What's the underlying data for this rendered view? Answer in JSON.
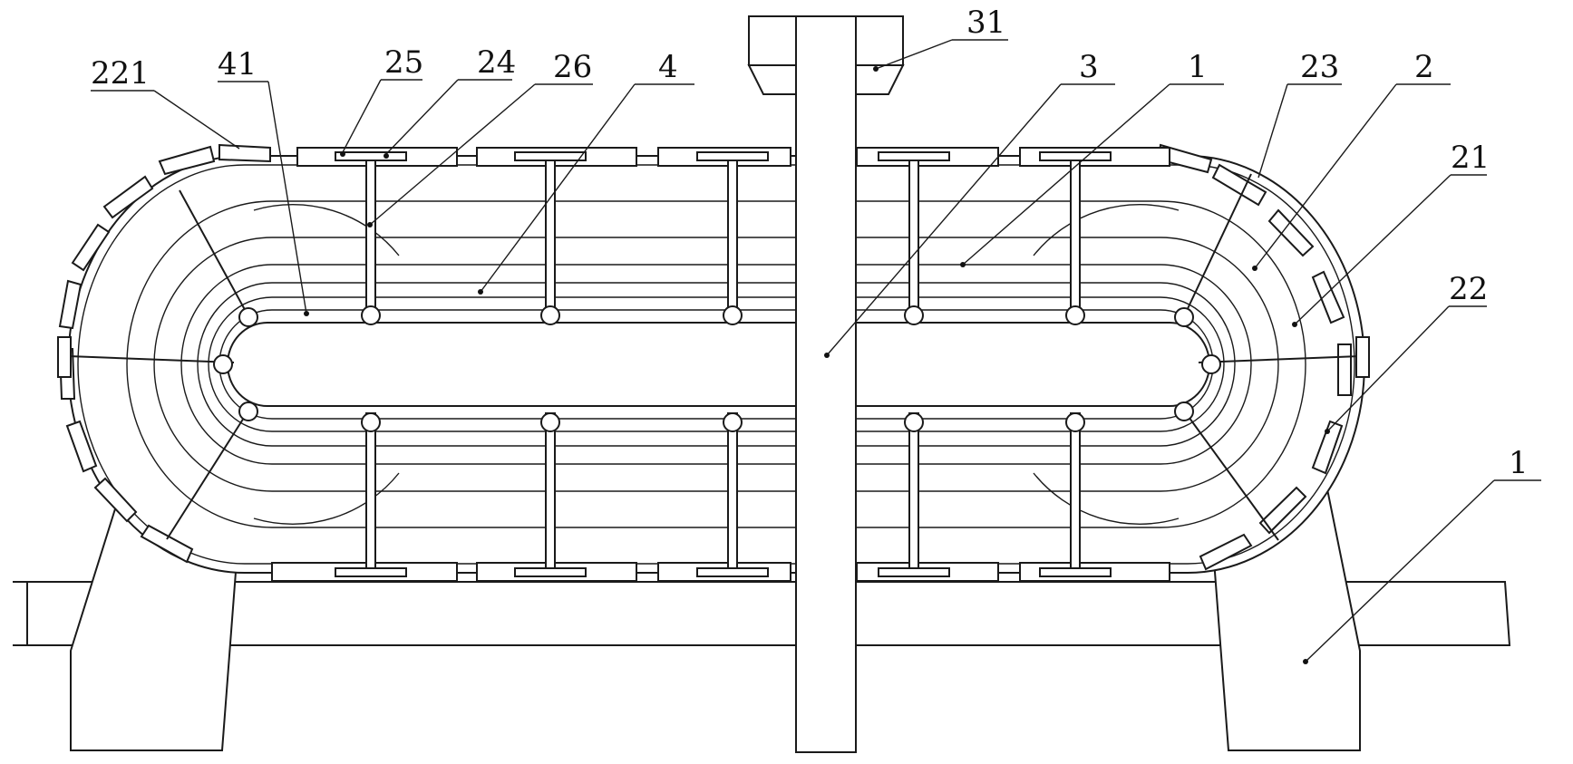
{
  "labels": {
    "l221": "221",
    "l41": "41",
    "l25": "25",
    "l24": "24",
    "l26": "26",
    "l4": "4",
    "l31": "31",
    "l3": "3",
    "l1_top": "1",
    "l23": "23",
    "l2": "2",
    "l21": "21",
    "l22": "22",
    "l1_bottom": "1"
  },
  "colors": {
    "line": "#1a1a1a",
    "background": "#ffffff"
  }
}
